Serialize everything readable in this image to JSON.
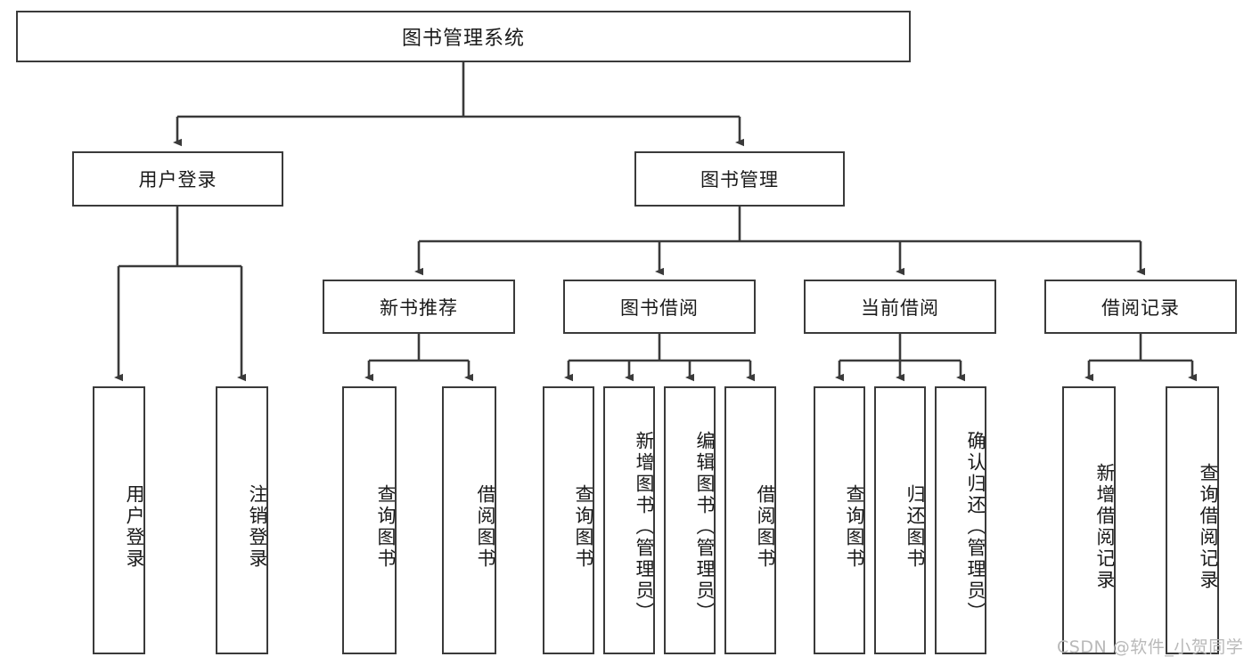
{
  "diagram": {
    "type": "tree",
    "title": "图书管理系统",
    "colors": {
      "box_border": "#3a3a3a",
      "box_fill": "#ffffff",
      "edge": "#3a3a3a",
      "text": "#1a1a1a",
      "watermark": "#b9b9b9",
      "background": "#ffffff"
    },
    "root": {
      "label": "图书管理系统"
    },
    "level2": [
      {
        "label": "用户登录"
      },
      {
        "label": "图书管理"
      }
    ],
    "level3": [
      {
        "label": "新书推荐"
      },
      {
        "label": "图书借阅"
      },
      {
        "label": "当前借阅"
      },
      {
        "label": "借阅记录"
      }
    ],
    "leaves": {
      "user_login": [
        {
          "label": "用户登录"
        },
        {
          "label": "注销登录"
        }
      ],
      "new_book_recommend": [
        {
          "label": "查询图书"
        },
        {
          "label": "借阅图书"
        }
      ],
      "book_borrow": [
        {
          "label": "查询图书"
        },
        {
          "label": "新增图书（管理员）"
        },
        {
          "label": "编辑图书（管理员）"
        },
        {
          "label": "借阅图书"
        }
      ],
      "current_borrow": [
        {
          "label": "查询图书"
        },
        {
          "label": "归还图书"
        },
        {
          "label": "确认归还（管理员）"
        }
      ],
      "borrow_records": [
        {
          "label": "新增借阅记录"
        },
        {
          "label": "查询借阅记录"
        }
      ]
    }
  },
  "watermark": {
    "text": "CSDN @软件_小贺同学"
  }
}
